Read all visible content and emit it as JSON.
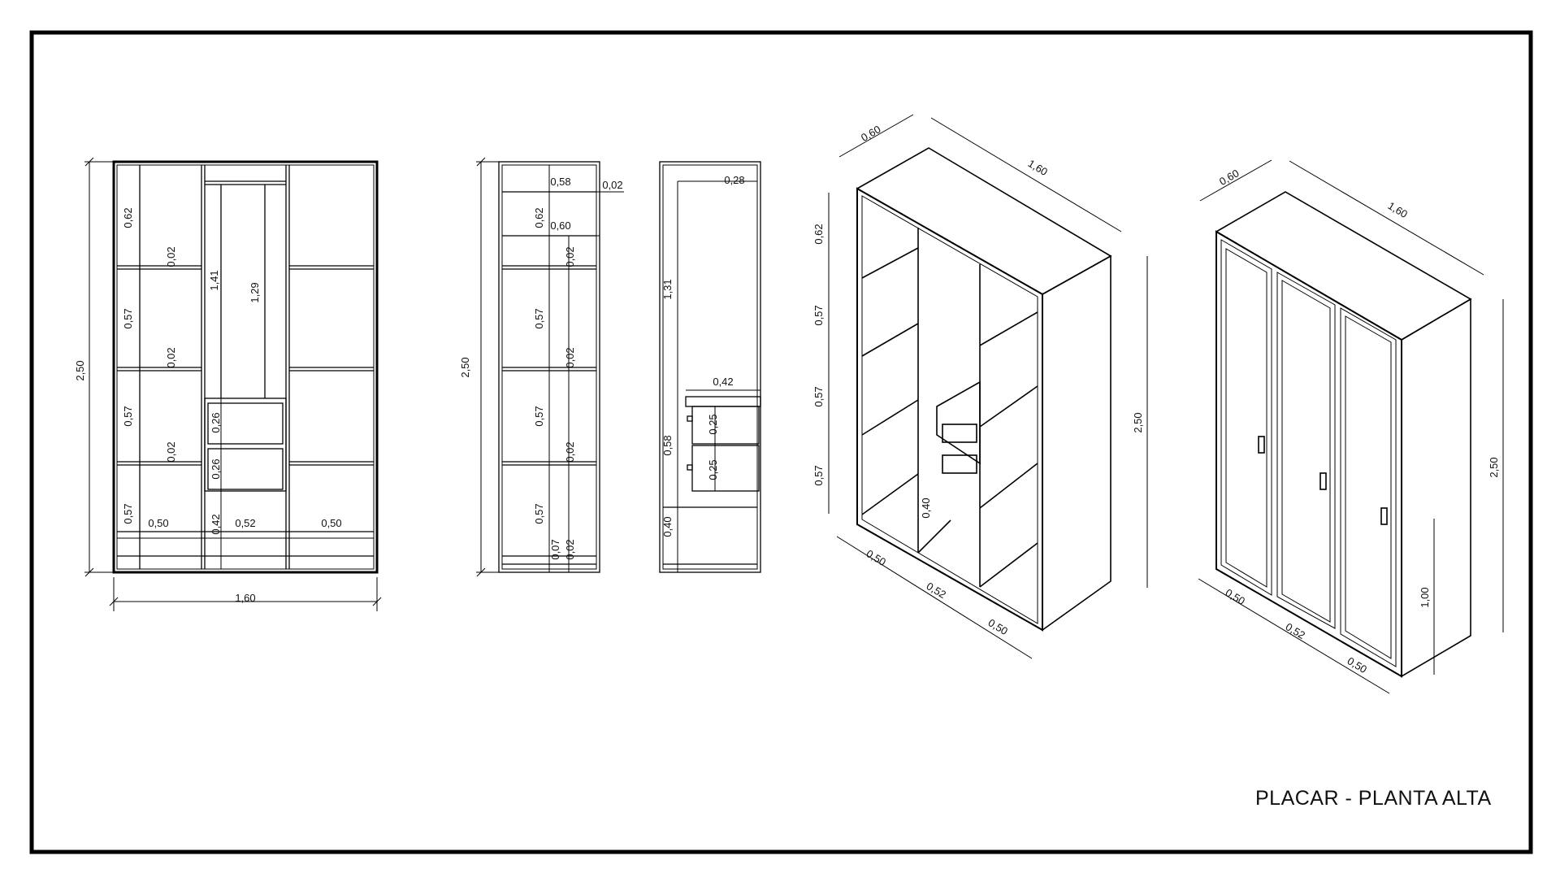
{
  "title": "PLACAR - PLANTA ALTA",
  "dims": {
    "d250": "2,50",
    "d160": "1,60",
    "d062": "0,62",
    "d057": "0,57",
    "d002": "0,02",
    "d141": "1,41",
    "d129": "1,29",
    "d026": "0,26",
    "d050": "0,50",
    "d042": "0,42",
    "d052": "0,52",
    "d058": "0,58",
    "d060": "0,60",
    "d007": "0,07",
    "d028": "0,28",
    "d131": "1,31",
    "d025": "0,25",
    "d040": "0,40",
    "d100": "1,00"
  }
}
